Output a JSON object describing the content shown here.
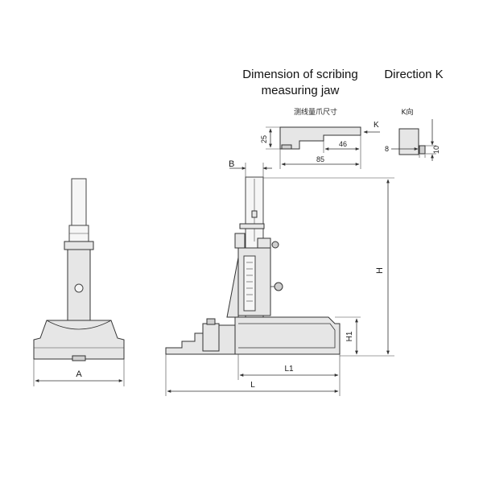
{
  "captions": {
    "scribing_jaw_line1": "Dimension of scribing",
    "scribing_jaw_line2": "measuring jaw",
    "scribing_jaw_cn": "测线量爪尺寸",
    "direction": "Direction K",
    "direction_cn": "K向"
  },
  "dimensions": {
    "A": "A",
    "B": "B",
    "H": "H",
    "H1": "H1",
    "L": "L",
    "L1": "L1",
    "jaw_height": "25",
    "jaw_tip": "46",
    "jaw_length": "85",
    "k_arrow": "K",
    "k_width": "8",
    "k_height": "10"
  }
}
